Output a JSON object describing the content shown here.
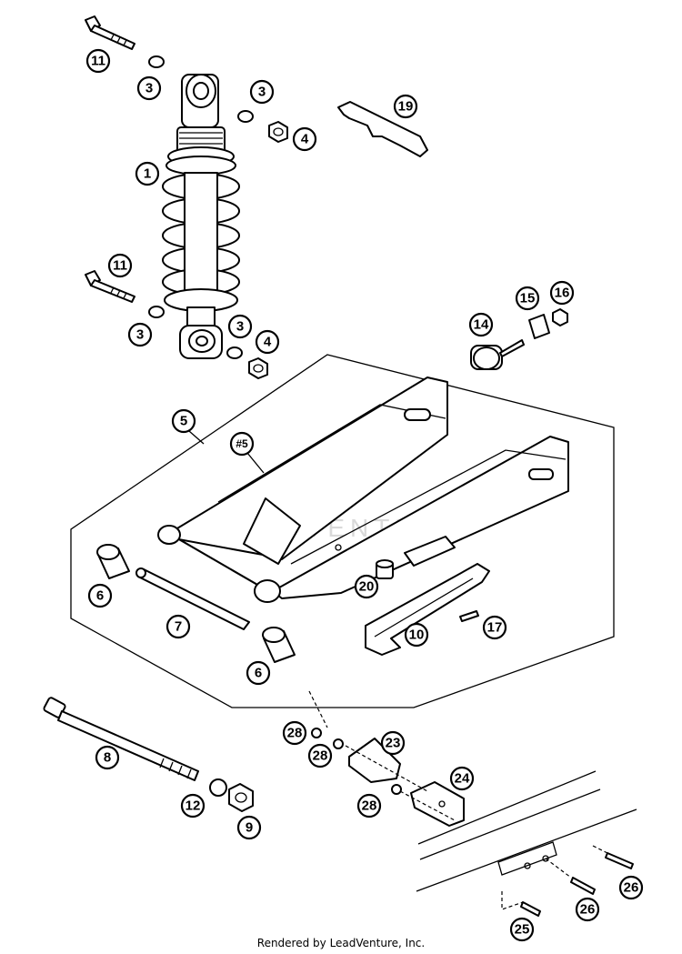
{
  "watermark": "LEADVENTURE",
  "credit": "Rendered by LeadVenture, Inc.",
  "callouts": [
    "11",
    "3",
    "1",
    "3",
    "4",
    "19",
    "11",
    "3",
    "3",
    "4",
    "14",
    "15",
    "16",
    "5",
    "#5",
    "6",
    "7",
    "20",
    "17",
    "10",
    "6",
    "8",
    "12",
    "9",
    "28",
    "28",
    "23",
    "24",
    "28",
    "26",
    "26",
    "25"
  ]
}
